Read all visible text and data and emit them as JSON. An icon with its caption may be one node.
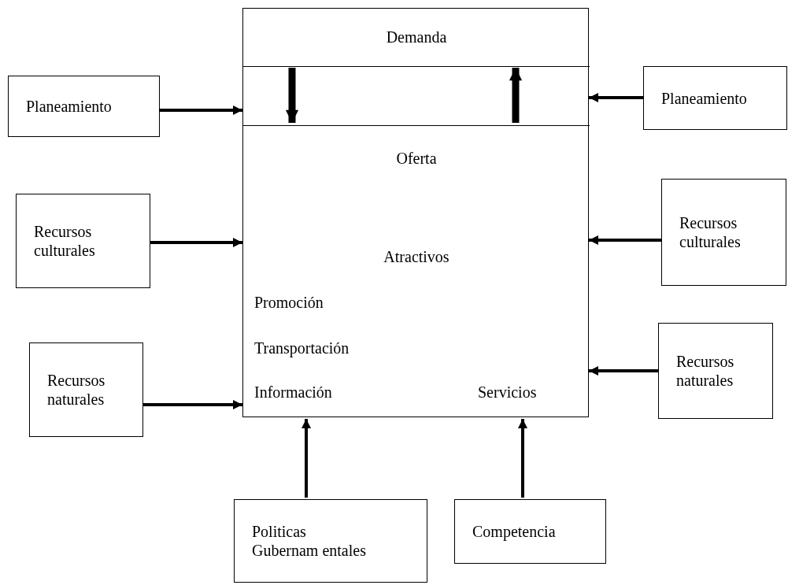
{
  "diagram": {
    "nodes": [
      {
        "text": [],
        "shape": "box"
      },
      {
        "text": [
          "Demanda"
        ],
        "in": 0
      },
      {
        "text": [
          "Oferta",
          "Atractivos",
          "Promoción",
          "Transportación",
          "Información",
          "Servicios"
        ],
        "in": 0
      },
      {
        "text": [
          "Planeamiento"
        ]
      },
      {
        "text": [
          "Planeamiento"
        ]
      },
      {
        "text": [
          "Recursos culturales"
        ]
      },
      {
        "text": [
          "Recursos culturales"
        ]
      },
      {
        "text": [
          "Recursos naturales"
        ]
      },
      {
        "text": [
          "Recursos naturales"
        ]
      },
      {
        "text": [
          "Politicas Gubernam entales"
        ]
      },
      {
        "text": [
          "Competencia"
        ]
      }
    ],
    "edges": [
      {
        "from": 1,
        "to": 2,
        "arrow": "to",
        "style": "thick"
      },
      {
        "from": 2,
        "to": 1,
        "arrow": "to",
        "style": "thick"
      },
      {
        "from": 3,
        "to": 0,
        "arrow": "to"
      },
      {
        "from": 4,
        "to": 0,
        "arrow": "to"
      },
      {
        "from": 5,
        "to": 2,
        "arrow": "to"
      },
      {
        "from": 6,
        "to": 2,
        "arrow": "to"
      },
      {
        "from": 7,
        "to": 2,
        "arrow": "to"
      },
      {
        "from": 8,
        "to": 2,
        "arrow": "to"
      },
      {
        "from": 9,
        "to": 2,
        "arrow": "to"
      },
      {
        "from": 10,
        "to": 2,
        "arrow": "to"
      }
    ]
  }
}
